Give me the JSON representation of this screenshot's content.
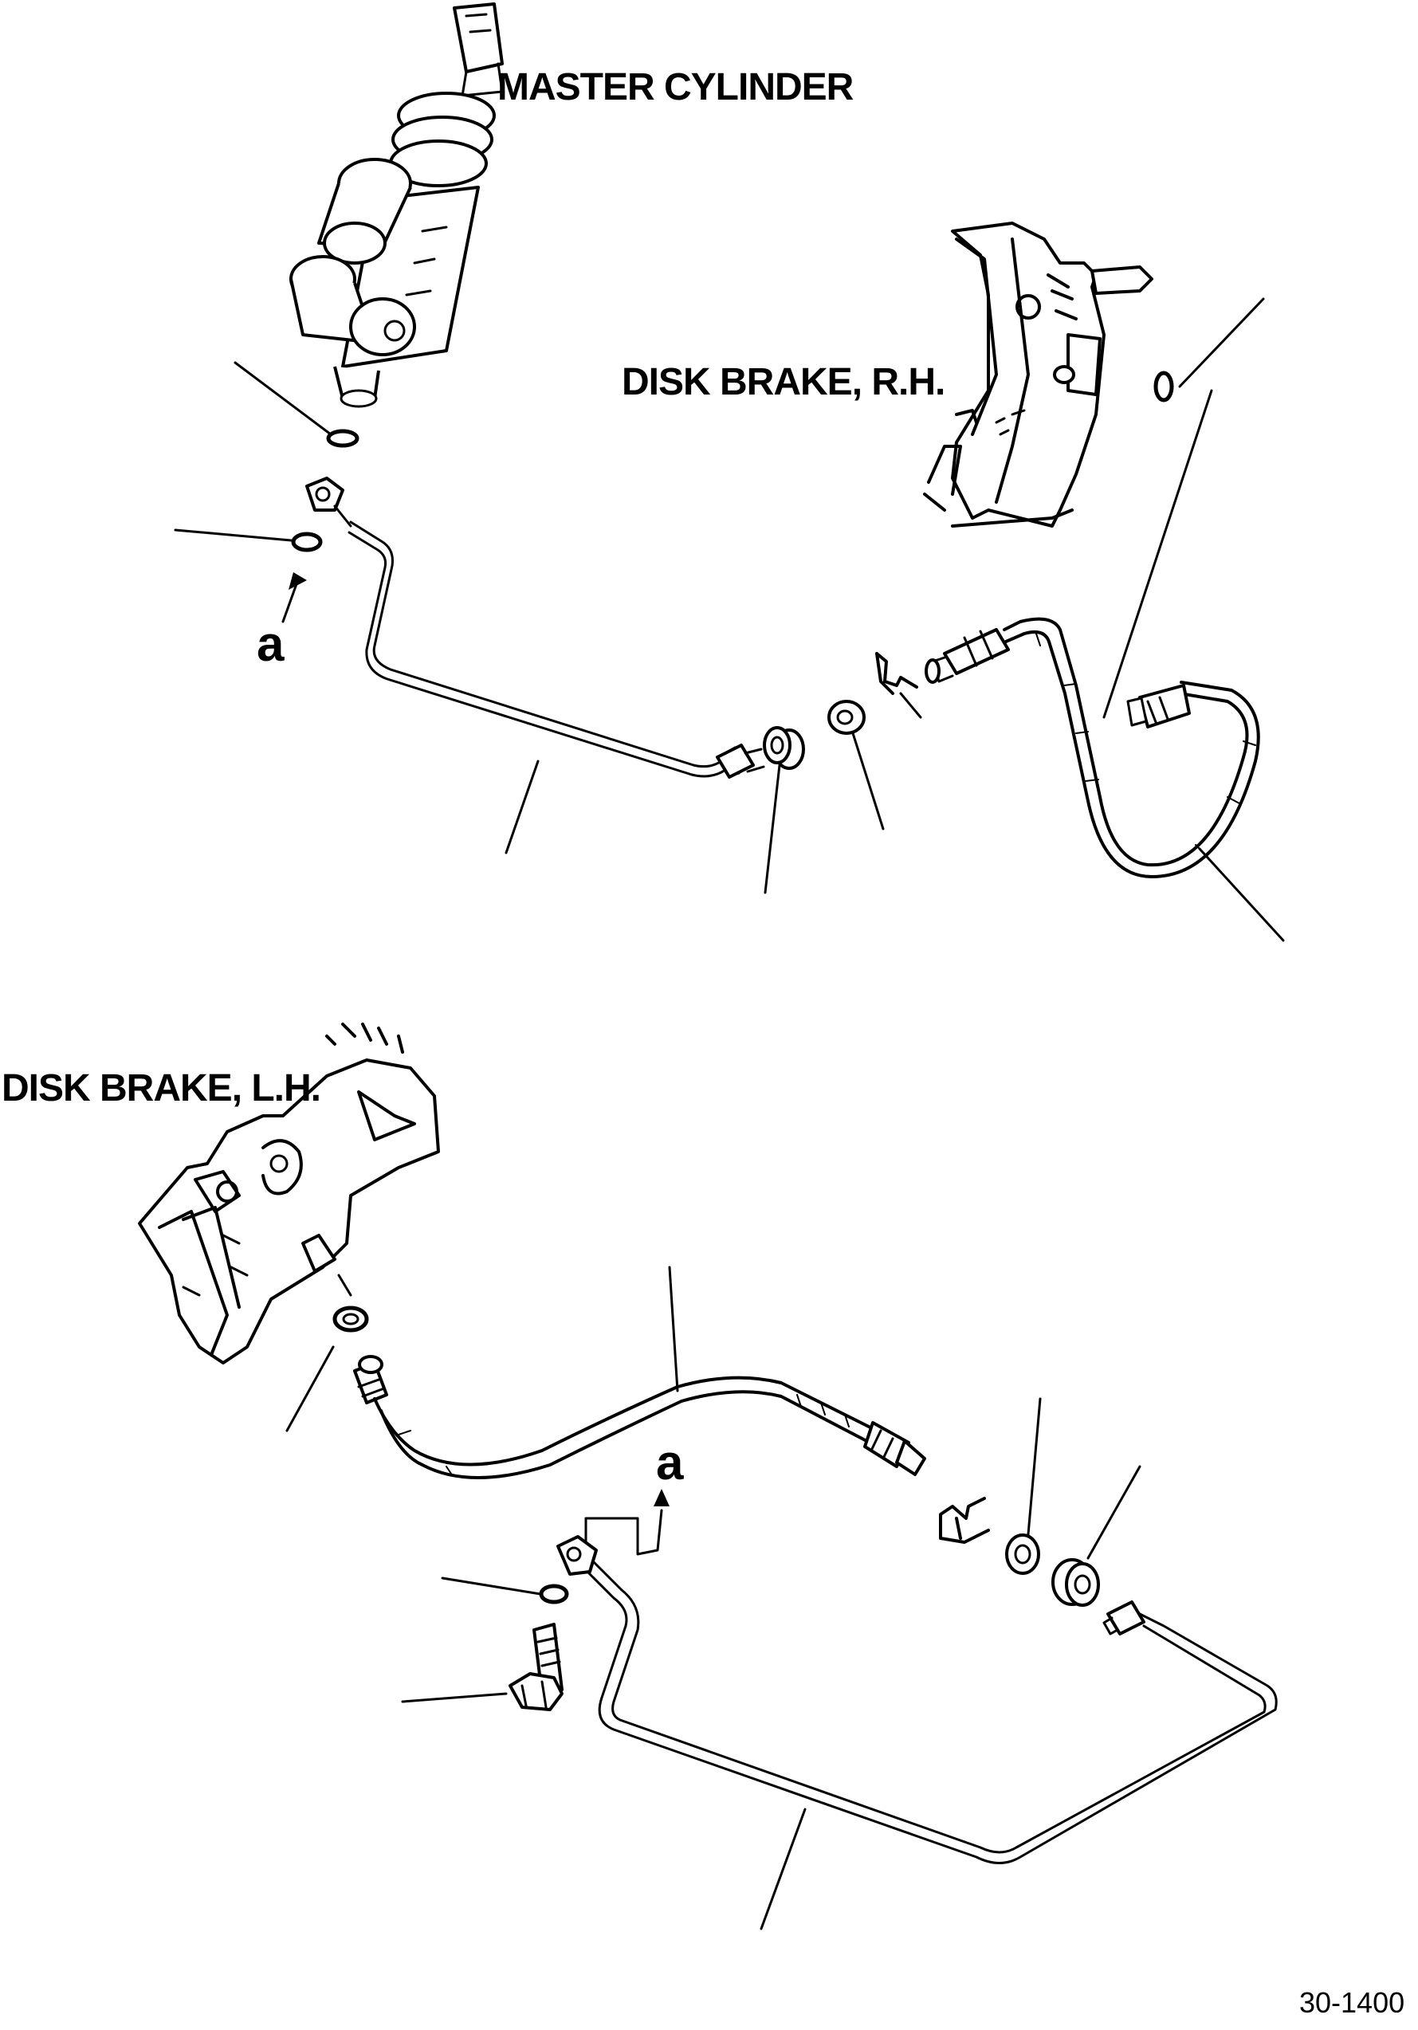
{
  "labels": {
    "master_cylinder": "MASTER CYLINDER",
    "disk_brake_rh": "DISK BRAKE, R.H.",
    "disk_brake_lh": "DISK BRAKE, L.H.",
    "ref_a_top": "a",
    "ref_a_bottom": "a"
  },
  "figure_number": "30-1400",
  "colors": {
    "ink": "#000000",
    "paper": "#ffffff"
  }
}
